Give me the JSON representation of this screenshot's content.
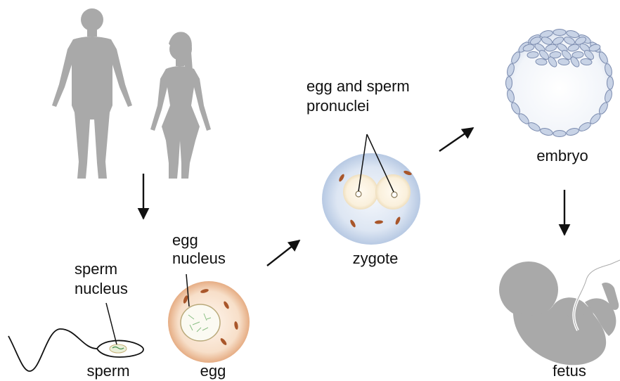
{
  "labels": {
    "egg_and_sperm_pronuclei": [
      "egg and sperm",
      "pronuclei"
    ],
    "zygote": "zygote",
    "embryo": "embryo",
    "fetus": "fetus",
    "egg_nucleus": [
      "egg",
      "nucleus"
    ],
    "egg": "egg",
    "sperm_nucleus": [
      "sperm",
      "nucleus"
    ],
    "sperm": "sperm"
  },
  "colors": {
    "silhouette": "#a9a9a9",
    "arrow": "#111111",
    "egg_fill": "#f7dfc9",
    "egg_edge": "#e2a57d",
    "organelle": "#a9562a",
    "zygote_outer": "#c9d8ee",
    "zygote_inner": "#f7ecd6",
    "embryo_cell": "#c8d3e6",
    "embryo_cell_edge": "#7d8db0"
  }
}
